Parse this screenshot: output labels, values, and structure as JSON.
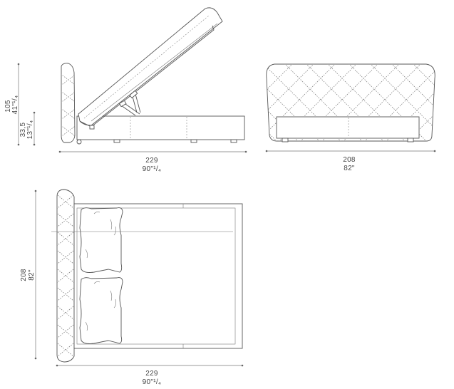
{
  "dimensions": {
    "side_view": {
      "total_height_cm": "105",
      "total_height_in": "41\"¹/₄",
      "frame_height_cm": "33,5",
      "frame_height_in": "13\"¹/₄",
      "length_cm": "229",
      "length_in": "90\"¹/₄"
    },
    "front_view": {
      "width_cm": "208",
      "width_in": "82\""
    },
    "top_view": {
      "width_cm": "208",
      "width_in": "82\"",
      "length_cm": "229",
      "length_in": "90\"¹/₄"
    }
  },
  "colors": {
    "line": "#555555",
    "text": "#444444"
  }
}
